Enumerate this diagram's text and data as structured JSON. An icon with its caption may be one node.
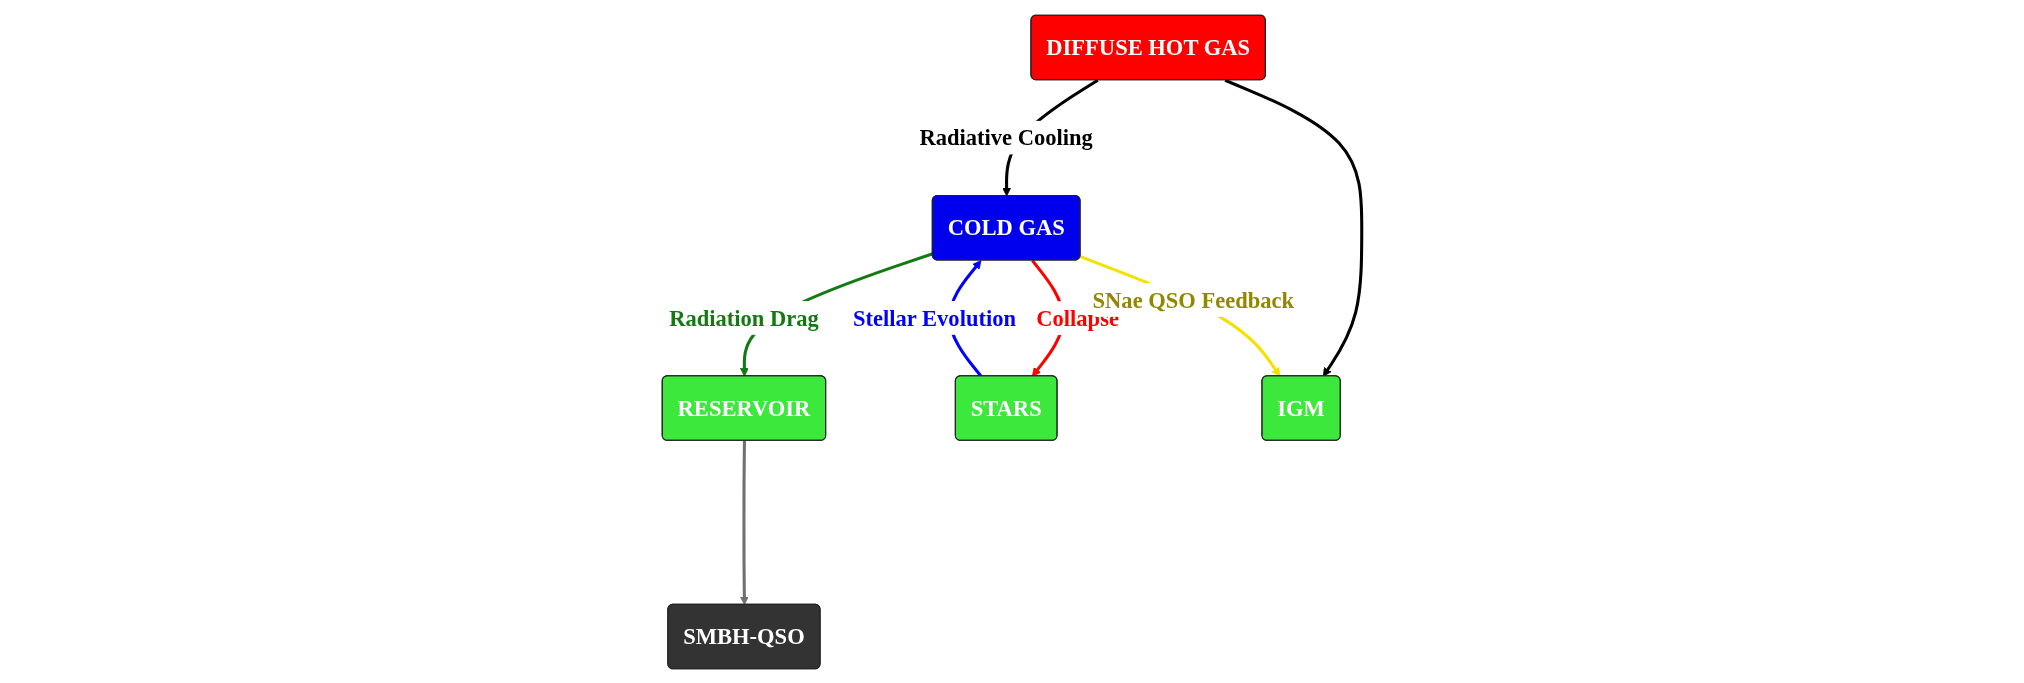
{
  "diagram": {
    "nodes": [
      {
        "text": [
          "DIFFUSE HOT GAS"
        ]
      },
      {
        "text": [
          "COLD GAS"
        ]
      },
      {
        "text": [
          "RESERVOIR"
        ]
      },
      {
        "text": [
          "SMBH-QSO"
        ]
      },
      {
        "text": [
          "STARS"
        ]
      },
      {
        "text": [
          "IGM"
        ]
      }
    ],
    "edges": [
      {
        "from": 0,
        "to": 1,
        "arrow": "to",
        "label": "Radiative Cooling"
      },
      {
        "from": 0,
        "to": 5,
        "arrow": "to"
      },
      {
        "from": 1,
        "to": 2,
        "arrow": "to",
        "label": "Radiation Drag",
        "color": "#137a13"
      },
      {
        "from": 2,
        "to": 3,
        "arrow": "to",
        "color": "#707070"
      },
      {
        "from": 1,
        "to": 4,
        "arrow": "to",
        "label": "Collapse",
        "color": "#ff0000"
      },
      {
        "from": 4,
        "to": 1,
        "arrow": "to",
        "label": "Stellar Evolution",
        "color": "#0000ff"
      },
      {
        "from": 1,
        "to": 5,
        "arrow": "to",
        "label": "SNae QSO Feedback",
        "color": "#f5e000"
      }
    ]
  }
}
